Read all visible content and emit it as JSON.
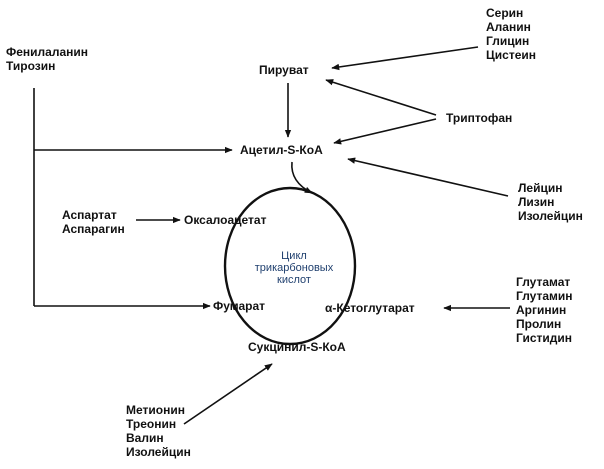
{
  "colors": {
    "ink": "#111111",
    "cycle_label": "#1f3f6e",
    "background": "#ffffff"
  },
  "nodes": {
    "pyruvate": "Пируват",
    "acetyl_coa": "Ацетил-S-КоА",
    "oxaloacetate": "Оксалоацетат",
    "fumarate": "Фумарат",
    "alpha_ketoglutarate": "α-Кетоглутарат",
    "succinyl_coa": "Сукцинил-S-КоА"
  },
  "cycle": {
    "label": "Цикл\nтрикарбоновых\nкислот"
  },
  "groups": {
    "ser_ala_gly_cys": "Серин\nАланин\nГлицин\nЦистеин",
    "phe_tyr": "Фенилаланин\nТирозин",
    "trp": "Триптофан",
    "leu_lys_ile": "Лейцин\nЛизин\nИзолейцин",
    "asp_asn": "Аспартат\nАспарагин",
    "glu_group": "Глутамат\nГлутамин\nАргинин\nПролин\nГистидин",
    "met_thr_val_ile": "Метионин\nТреонин\nВалин\nИзолейцин"
  }
}
